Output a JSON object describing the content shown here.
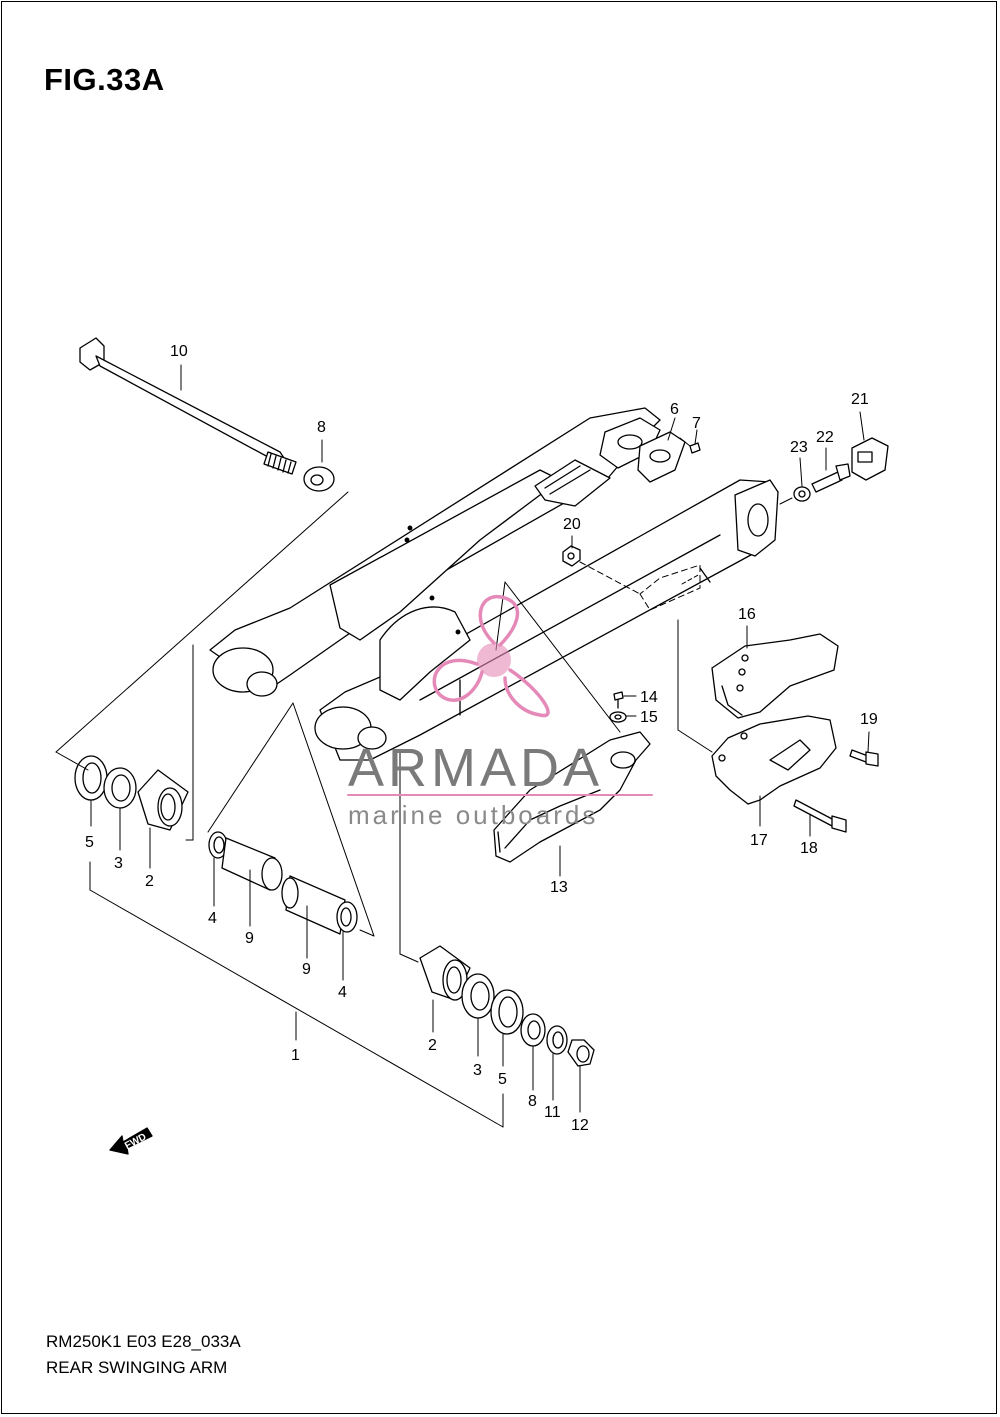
{
  "figure": {
    "title": "FIG.33A",
    "code": "RM250K1 E03 E28_033A",
    "name": "REAR SWINGING ARM"
  },
  "callouts": [
    {
      "id": "c10",
      "label": "10"
    },
    {
      "id": "c8a",
      "label": "8"
    },
    {
      "id": "c6",
      "label": "6"
    },
    {
      "id": "c7",
      "label": "7"
    },
    {
      "id": "c21",
      "label": "21"
    },
    {
      "id": "c23",
      "label": "23"
    },
    {
      "id": "c22",
      "label": "22"
    },
    {
      "id": "c20",
      "label": "20"
    },
    {
      "id": "c16",
      "label": "16"
    },
    {
      "id": "c14",
      "label": "14"
    },
    {
      "id": "c15",
      "label": "15"
    },
    {
      "id": "c19",
      "label": "19"
    },
    {
      "id": "c17",
      "label": "17"
    },
    {
      "id": "c18",
      "label": "18"
    },
    {
      "id": "c13",
      "label": "13"
    },
    {
      "id": "c5a",
      "label": "5"
    },
    {
      "id": "c3a",
      "label": "3"
    },
    {
      "id": "c2a",
      "label": "2"
    },
    {
      "id": "c4a",
      "label": "4"
    },
    {
      "id": "c9a",
      "label": "9"
    },
    {
      "id": "c9b",
      "label": "9"
    },
    {
      "id": "c4b",
      "label": "4"
    },
    {
      "id": "c1",
      "label": "1"
    },
    {
      "id": "c2b",
      "label": "2"
    },
    {
      "id": "c3b",
      "label": "3"
    },
    {
      "id": "c5b",
      "label": "5"
    },
    {
      "id": "c8b",
      "label": "8"
    },
    {
      "id": "c11",
      "label": "11"
    },
    {
      "id": "c12",
      "label": "12"
    }
  ],
  "fwd_arrow": {
    "label": "FWD"
  },
  "watermark": {
    "brand": "ARMADA",
    "tagline": "marine outboards",
    "colors": {
      "logo": "#e58ab8",
      "text": "#7a7a7a"
    }
  }
}
